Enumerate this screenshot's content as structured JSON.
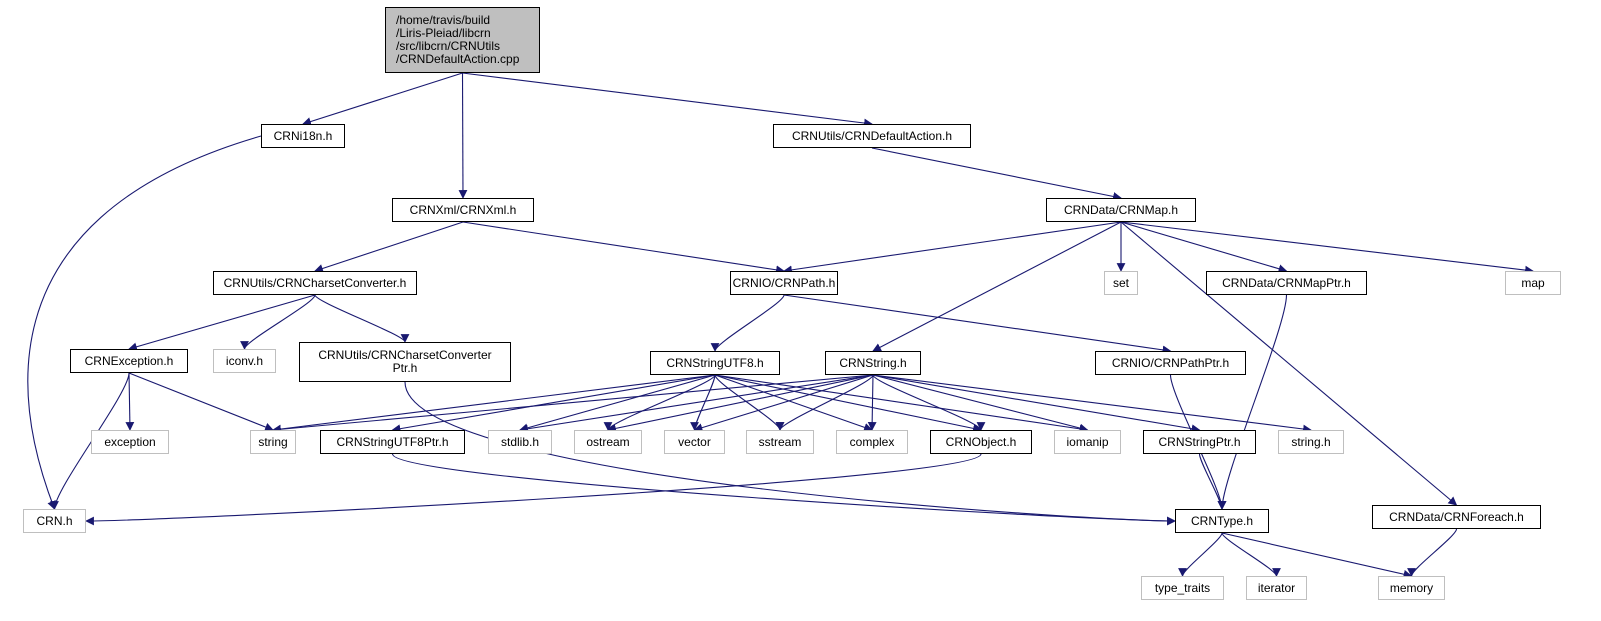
{
  "diagram": {
    "nodes": [
      {
        "id": "root",
        "label": "/home/travis/build\n/Liris-Pleiad/libcrn\n/src/libcrn/CRNUtils\n/CRNDefaultAction.cpp",
        "kind": "root"
      },
      {
        "id": "crni18n",
        "label": "CRNi18n.h",
        "kind": "internal"
      },
      {
        "id": "defaultactionh",
        "label": "CRNUtils/CRNDefaultAction.h",
        "kind": "internal"
      },
      {
        "id": "crnxml",
        "label": "CRNXml/CRNXml.h",
        "kind": "internal"
      },
      {
        "id": "crnmap",
        "label": "CRNData/CRNMap.h",
        "kind": "internal"
      },
      {
        "id": "charsetconv",
        "label": "CRNUtils/CRNCharsetConverter.h",
        "kind": "internal"
      },
      {
        "id": "crnpath",
        "label": "CRNIO/CRNPath.h",
        "kind": "internal"
      },
      {
        "id": "set",
        "label": "set",
        "kind": "external"
      },
      {
        "id": "mapptr",
        "label": "CRNData/CRNMapPtr.h",
        "kind": "internal"
      },
      {
        "id": "map",
        "label": "map",
        "kind": "external"
      },
      {
        "id": "crnexception",
        "label": "CRNException.h",
        "kind": "internal"
      },
      {
        "id": "iconv",
        "label": "iconv.h",
        "kind": "external"
      },
      {
        "id": "charsetconvptr",
        "label": "CRNUtils/CRNCharsetConverter\nPtr.h",
        "kind": "internal"
      },
      {
        "id": "stringutf8",
        "label": "CRNStringUTF8.h",
        "kind": "internal"
      },
      {
        "id": "crnstring",
        "label": "CRNString.h",
        "kind": "internal"
      },
      {
        "id": "pathptr",
        "label": "CRNIO/CRNPathPtr.h",
        "kind": "internal"
      },
      {
        "id": "exception",
        "label": "exception",
        "kind": "external"
      },
      {
        "id": "string",
        "label": "string",
        "kind": "external"
      },
      {
        "id": "utf8ptr",
        "label": "CRNStringUTF8Ptr.h",
        "kind": "internal"
      },
      {
        "id": "stdlib",
        "label": "stdlib.h",
        "kind": "external"
      },
      {
        "id": "ostream",
        "label": "ostream",
        "kind": "external"
      },
      {
        "id": "vector",
        "label": "vector",
        "kind": "external"
      },
      {
        "id": "sstream",
        "label": "sstream",
        "kind": "external"
      },
      {
        "id": "complex",
        "label": "complex",
        "kind": "external"
      },
      {
        "id": "crnobject",
        "label": "CRNObject.h",
        "kind": "internal"
      },
      {
        "id": "iomanip",
        "label": "iomanip",
        "kind": "external"
      },
      {
        "id": "stringptr",
        "label": "CRNStringPtr.h",
        "kind": "internal"
      },
      {
        "id": "stringh",
        "label": "string.h",
        "kind": "external"
      },
      {
        "id": "crnh",
        "label": "CRN.h",
        "kind": "external"
      },
      {
        "id": "crntype",
        "label": "CRNType.h",
        "kind": "internal"
      },
      {
        "id": "foreach",
        "label": "CRNData/CRNForeach.h",
        "kind": "internal"
      },
      {
        "id": "typetraits",
        "label": "type_traits",
        "kind": "external"
      },
      {
        "id": "iterator",
        "label": "iterator",
        "kind": "external"
      },
      {
        "id": "memory",
        "label": "memory",
        "kind": "external"
      }
    ],
    "edges": [
      [
        "root",
        "crni18n"
      ],
      [
        "root",
        "crnxml"
      ],
      [
        "root",
        "defaultactionh"
      ],
      [
        "crni18n",
        "crnh"
      ],
      [
        "defaultactionh",
        "crnmap"
      ],
      [
        "crnxml",
        "charsetconv"
      ],
      [
        "crnxml",
        "crnpath"
      ],
      [
        "crnmap",
        "crnpath"
      ],
      [
        "crnmap",
        "crnstring"
      ],
      [
        "crnmap",
        "set"
      ],
      [
        "crnmap",
        "mapptr"
      ],
      [
        "crnmap",
        "foreach"
      ],
      [
        "crnmap",
        "map"
      ],
      [
        "charsetconv",
        "crnexception"
      ],
      [
        "charsetconv",
        "iconv"
      ],
      [
        "charsetconv",
        "charsetconvptr"
      ],
      [
        "crnpath",
        "stringutf8"
      ],
      [
        "crnpath",
        "pathptr"
      ],
      [
        "mapptr",
        "crntype"
      ],
      [
        "crnexception",
        "exception"
      ],
      [
        "crnexception",
        "string"
      ],
      [
        "crnexception",
        "crnh"
      ],
      [
        "charsetconvptr",
        "crntype"
      ],
      [
        "stringutf8",
        "string"
      ],
      [
        "stringutf8",
        "utf8ptr"
      ],
      [
        "stringutf8",
        "stdlib"
      ],
      [
        "stringutf8",
        "ostream"
      ],
      [
        "stringutf8",
        "vector"
      ],
      [
        "stringutf8",
        "sstream"
      ],
      [
        "stringutf8",
        "complex"
      ],
      [
        "stringutf8",
        "crnobject"
      ],
      [
        "stringutf8",
        "iomanip"
      ],
      [
        "crnstring",
        "string"
      ],
      [
        "crnstring",
        "stdlib"
      ],
      [
        "crnstring",
        "ostream"
      ],
      [
        "crnstring",
        "vector"
      ],
      [
        "crnstring",
        "sstream"
      ],
      [
        "crnstring",
        "complex"
      ],
      [
        "crnstring",
        "crnobject"
      ],
      [
        "crnstring",
        "iomanip"
      ],
      [
        "crnstring",
        "stringptr"
      ],
      [
        "crnstring",
        "stringh"
      ],
      [
        "pathptr",
        "crntype"
      ],
      [
        "utf8ptr",
        "crntype"
      ],
      [
        "crnobject",
        "crnh"
      ],
      [
        "stringptr",
        "crntype"
      ],
      [
        "crntype",
        "typetraits"
      ],
      [
        "crntype",
        "iterator"
      ],
      [
        "crntype",
        "memory"
      ],
      [
        "foreach",
        "memory"
      ]
    ],
    "colors": {
      "edge": "#191970",
      "root_fill": "#bfbfbf",
      "external_border": "#bfbfbf",
      "internal_border": "#000000"
    }
  }
}
